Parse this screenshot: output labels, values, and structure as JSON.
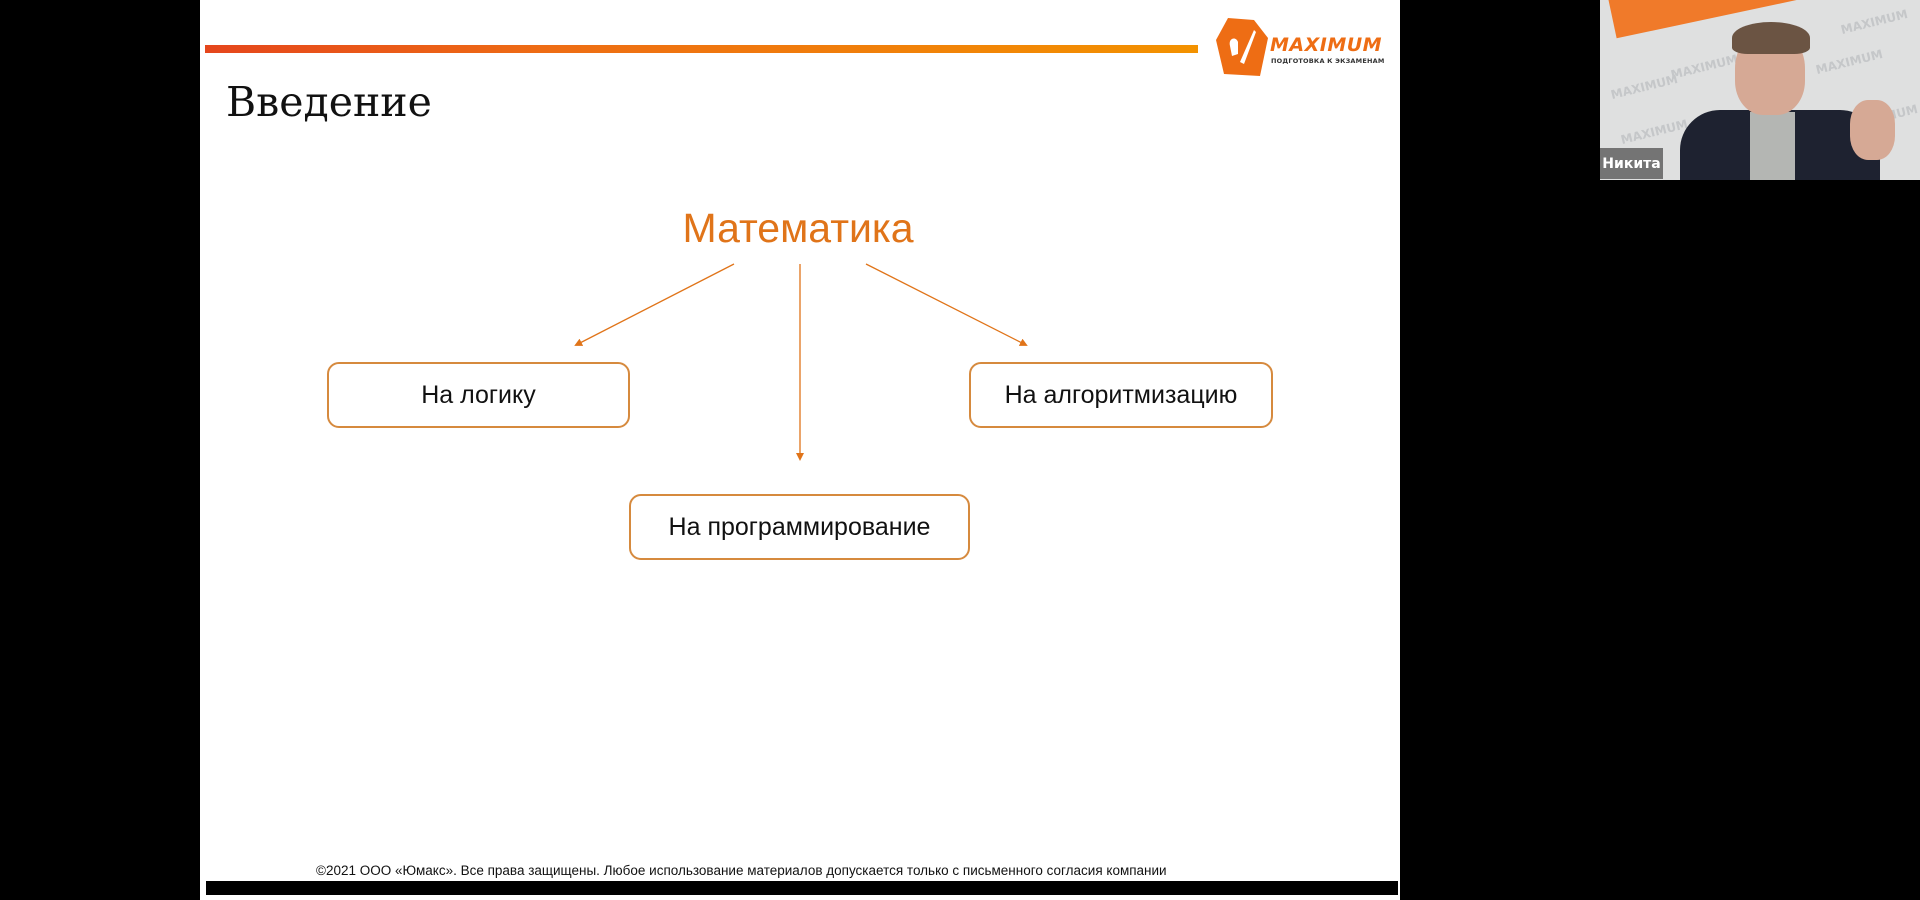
{
  "slide": {
    "title": "Введение",
    "logo": {
      "brand": "MAXIMUM",
      "tagline": "ПОДГОТОВКА К ЭКЗАМЕНАМ",
      "icon": "maximum-logo-icon",
      "color": "#ee6d14"
    },
    "accent_gradient": [
      "#e5461c",
      "#f39200"
    ],
    "diagram": {
      "root": "Математика",
      "root_color": "#e07419",
      "children": [
        {
          "label": "На логику"
        },
        {
          "label": "На программирование"
        },
        {
          "label": "На алгоритмизацию"
        }
      ],
      "connector_color": "#e07419"
    },
    "footer": "©2021 ООО «Юмакс». Все права защищены. Любое использование материалов допускается только с  письменного согласия компании"
  },
  "video": {
    "participant_name": "Никита",
    "watermark": "MAXIMUM"
  }
}
